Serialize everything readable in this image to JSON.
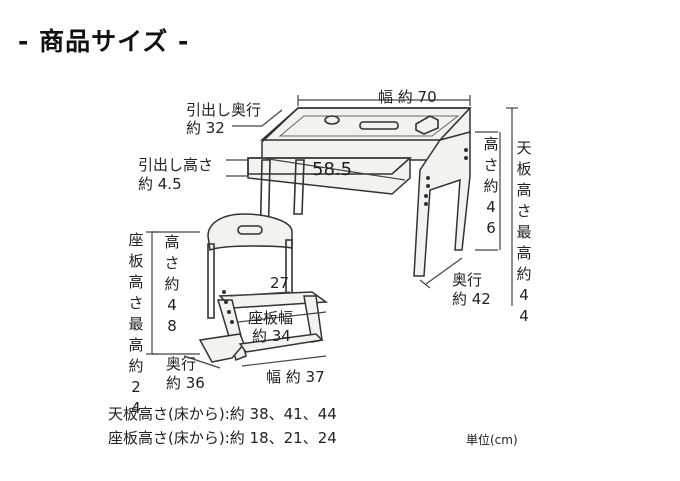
{
  "title": "- 商品サイズ -",
  "desk": {
    "width_label": "幅 約 70",
    "drawer_depth_label_1": "引出し奥行",
    "drawer_depth_label_2": "約 32",
    "drawer_height_label_1": "引出し高さ",
    "drawer_height_label_2": "約 4.5",
    "drawer_width_value": "58.5",
    "height_min_label": "高さ約46",
    "top_height_max_label": "天板高さ最高約44",
    "depth_label_1": "奥行",
    "depth_label_2": "約 42"
  },
  "chair": {
    "seat_height_max_label": "座板高さ最高約24",
    "height_label": "高さ約48",
    "backrest_value": "27",
    "seat_width_label_1": "座板幅",
    "seat_width_label_2": "約 34",
    "depth_label_1": "奥行",
    "depth_label_2": "約 36",
    "width_label": "幅 約 37"
  },
  "notes": {
    "top_height": "天板高さ(床から):約 38、41、44",
    "seat_height": "座板高さ(床から):約 18、21、24",
    "unit": "単位(cm)"
  }
}
